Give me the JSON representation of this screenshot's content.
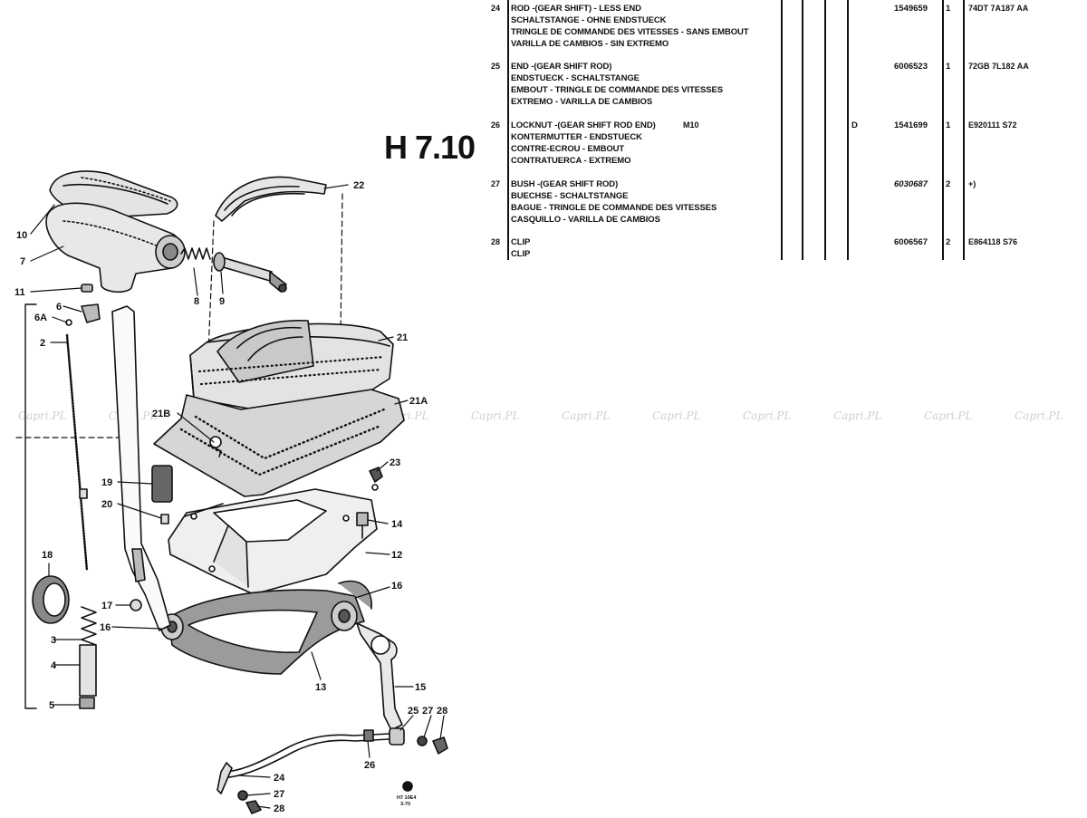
{
  "section_title": "H 7.10",
  "parts": [
    {
      "pos": "24",
      "desc": [
        "ROD -(GEAR SHIFT) - LESS END",
        "SCHALTSTANGE - OHNE ENDSTUECK",
        "TRINGLE DE COMMANDE DES VITESSES - SANS EMBOUT",
        "VARILLA DE CAMBIOS - SIN EXTREMO"
      ],
      "note": "",
      "code": "",
      "part_no": "1549659",
      "qty": "1",
      "ref": "74DT 7A187 AA"
    },
    {
      "pos": "25",
      "desc": [
        "END -(GEAR SHIFT ROD)",
        "ENDSTUECK - SCHALTSTANGE",
        "EMBOUT - TRINGLE DE COMMANDE DES VITESSES",
        "EXTREMO - VARILLA DE CAMBIOS"
      ],
      "note": "",
      "code": "",
      "part_no": "6006523",
      "qty": "1",
      "ref": "72GB 7L182 AA"
    },
    {
      "pos": "26",
      "desc": [
        "LOCKNUT -(GEAR SHIFT ROD END)",
        "KONTERMUTTER - ENDSTUECK",
        "CONTRE-ECROU - EMBOUT",
        "CONTRATUERCA - EXTREMO"
      ],
      "note": "M10",
      "code": "D",
      "part_no": "1541699",
      "qty": "1",
      "ref": "E920111 S72"
    },
    {
      "pos": "27",
      "desc": [
        "BUSH -(GEAR SHIFT ROD)",
        "BUECHSE - SCHALTSTANGE",
        "BAGUE - TRINGLE DE COMMANDE DES VITESSES",
        "CASQUILLO - VARILLA DE CAMBIOS"
      ],
      "note": "",
      "code": "",
      "part_no": "6030687",
      "qty": "2",
      "ref": "+)"
    },
    {
      "pos": "28",
      "desc": [
        "CLIP",
        "CLIP"
      ],
      "note": "",
      "code": "",
      "part_no": "6006567",
      "qty": "2",
      "ref": "E864118 S76"
    }
  ],
  "watermark": "Capri.PL",
  "callouts": {
    "c10": "10",
    "c7": "7",
    "c11": "11",
    "c8": "8",
    "c9": "9",
    "c22": "22",
    "c6": "6",
    "c6a": "6A",
    "c2": "2",
    "c21": "21",
    "c21a": "21A",
    "c21b": "21B",
    "c23": "23",
    "c19": "19",
    "c20": "20",
    "c14": "14",
    "c12": "12",
    "c18": "18",
    "c17": "17",
    "c16a": "16",
    "c16b": "16",
    "c3": "3",
    "c4": "4",
    "c13": "13",
    "c5": "5",
    "c15": "15",
    "c25": "25",
    "c27a": "27",
    "c28a": "28",
    "c26": "26",
    "c24": "24",
    "c27b": "27",
    "c28b": "28"
  },
  "stamp": {
    "line1": "H7 10E4",
    "line2": "3-70"
  }
}
